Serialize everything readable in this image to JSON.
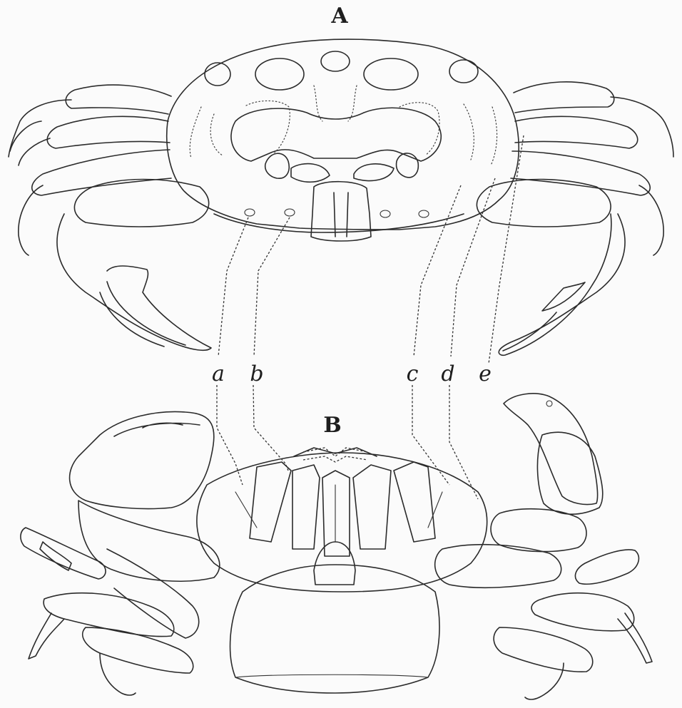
{
  "figure": {
    "panel_labels": {
      "top": "A",
      "bottom": "B"
    },
    "leader_labels": [
      "a",
      "b",
      "c",
      "d",
      "e"
    ]
  }
}
